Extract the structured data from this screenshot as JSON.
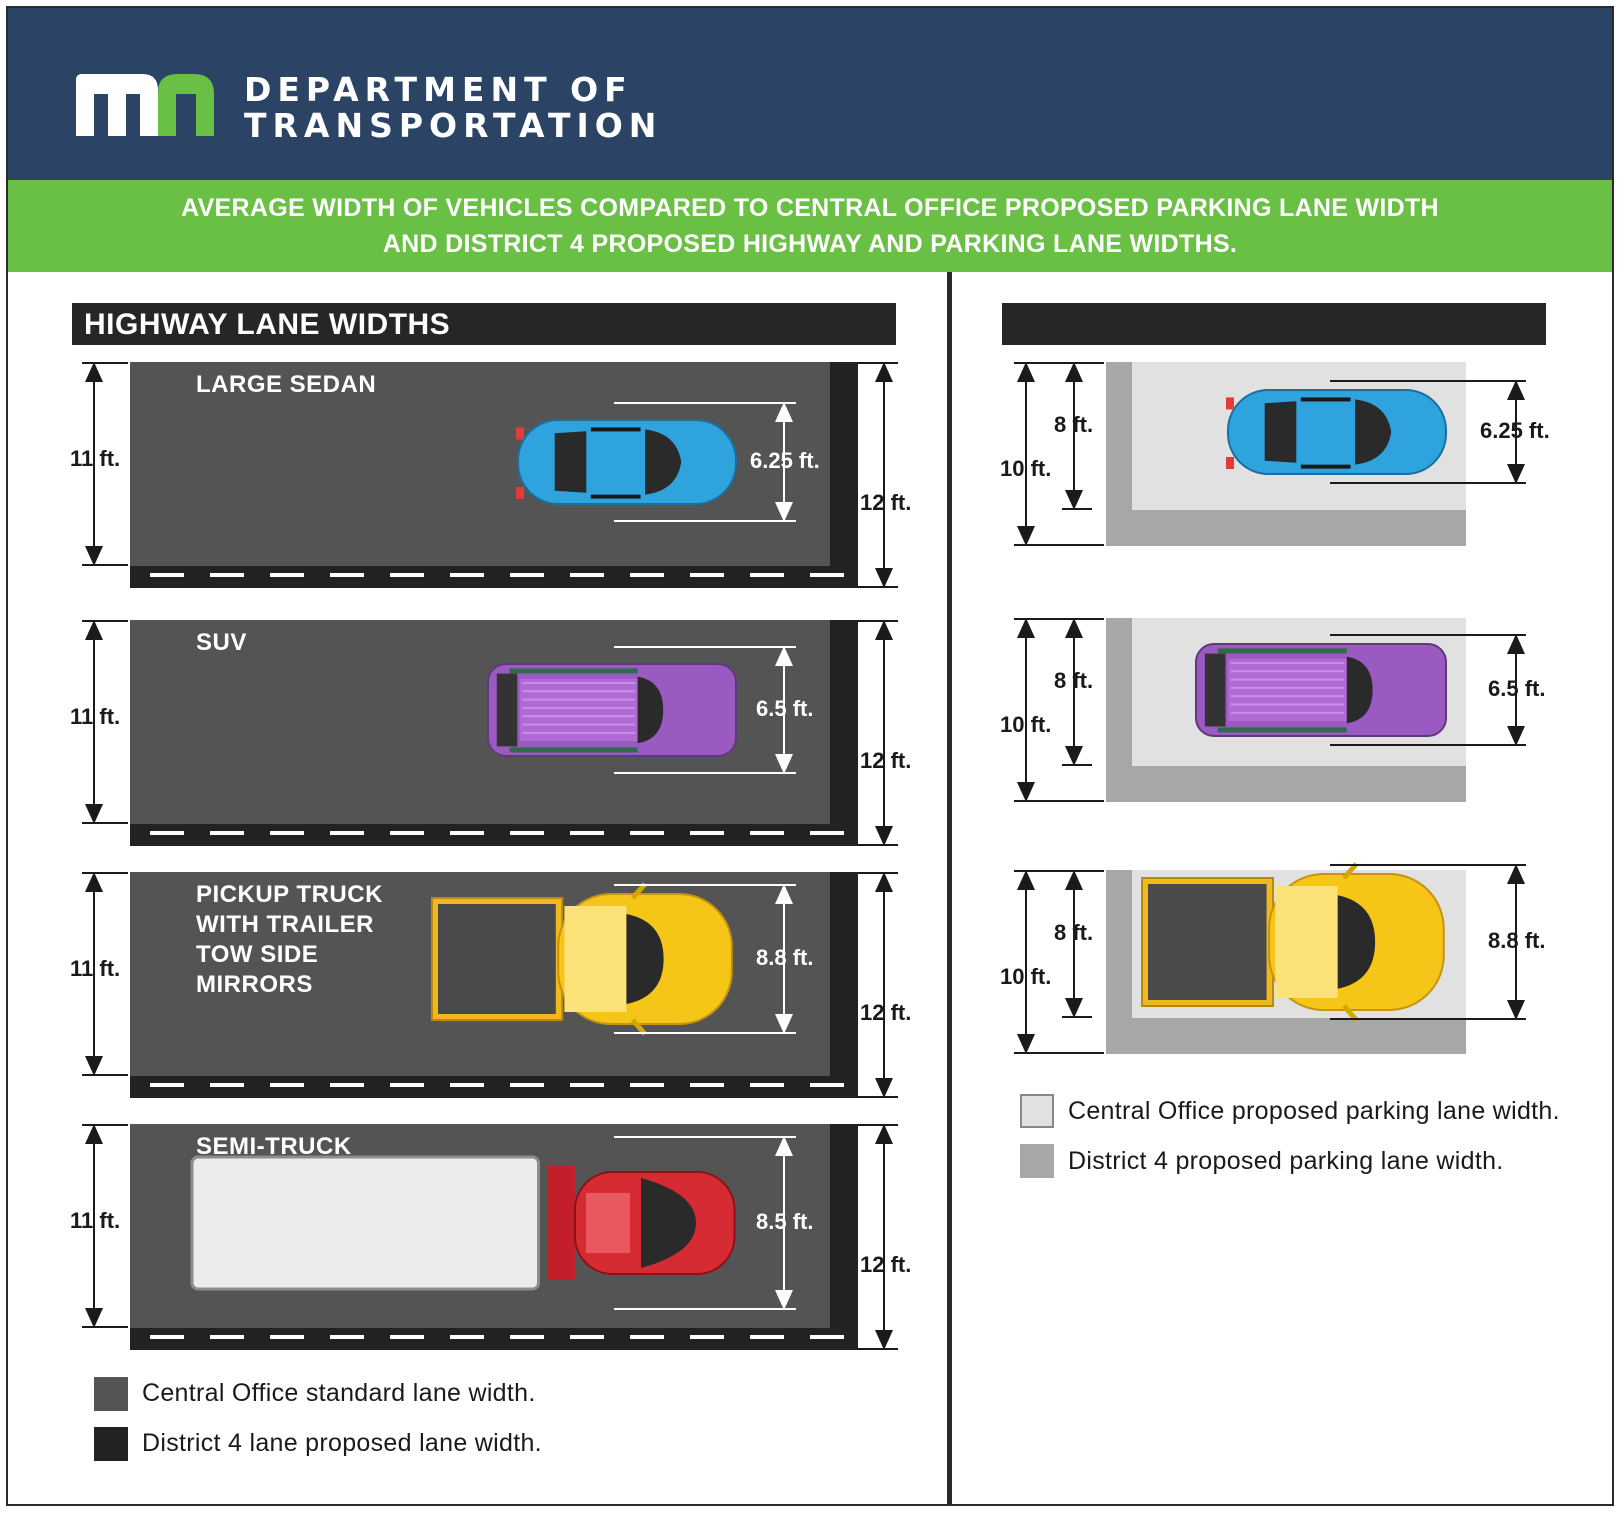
{
  "header": {
    "logo_text": "mn",
    "dept_line1": "DEPARTMENT OF",
    "dept_line2": "TRANSPORTATION"
  },
  "banner": {
    "line1": "AVERAGE WIDTH OF VEHICLES COMPARED TO CENTRAL OFFICE PROPOSED PARKING LANE WIDTH",
    "line2": "AND DISTRICT 4 PROPOSED HIGHWAY AND PARKING LANE WIDTHS."
  },
  "highway": {
    "title": "HIGHWAY LANE WIDTHS",
    "lanes": [
      {
        "label": "LARGE SEDAN",
        "co_width": "11 ft.",
        "d4_width": "12 ft.",
        "vehicle_width": "6.25 ft."
      },
      {
        "label": "SUV",
        "co_width": "11 ft.",
        "d4_width": "12 ft.",
        "vehicle_width": "6.5 ft."
      },
      {
        "label": "PICKUP TRUCK\nWITH TRAILER\nTOW SIDE\nMIRRORS",
        "co_width": "11 ft.",
        "d4_width": "12 ft.",
        "vehicle_width": "8.8 ft."
      },
      {
        "label": "SEMI-TRUCK",
        "co_width": "11 ft.",
        "d4_width": "12 ft.",
        "vehicle_width": "8.5 ft."
      }
    ],
    "legend": [
      {
        "label": "Central Office standard lane width.",
        "color": "#545454"
      },
      {
        "label": "District 4 lane proposed lane width.",
        "color": "#222222"
      }
    ]
  },
  "parking": {
    "title": "",
    "lanes": [
      {
        "co_width": "8 ft.",
        "d4_width": "10 ft.",
        "vehicle_width": "6.25 ft."
      },
      {
        "co_width": "8 ft.",
        "d4_width": "10 ft.",
        "vehicle_width": "6.5 ft."
      },
      {
        "co_width": "8 ft.",
        "d4_width": "10 ft.",
        "vehicle_width": "8.8 ft."
      }
    ],
    "legend": [
      {
        "label": "Central Office proposed parking lane width.",
        "color": "#e1e1e1"
      },
      {
        "label": "District 4 proposed parking lane width.",
        "color": "#a7a7a7"
      }
    ]
  },
  "colors": {
    "header_bg": "#2b4466",
    "banner_bg": "#6abf45",
    "sedan": "#2ea3dd",
    "suv": "#9b59c2",
    "pickup": "#f5c518",
    "semi_cab": "#d62b32"
  },
  "icons": [
    "mn-logo-icon",
    "sedan-icon",
    "suv-icon",
    "pickup-truck-icon",
    "semi-truck-icon"
  ]
}
